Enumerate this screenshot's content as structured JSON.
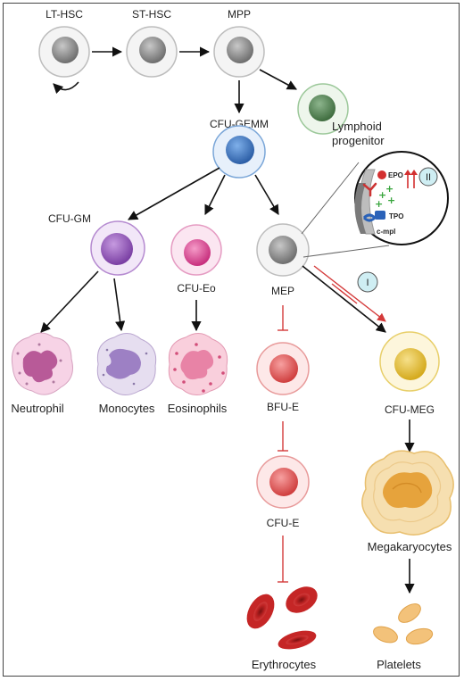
{
  "labels": {
    "lt_hsc": "LT-HSC",
    "st_hsc": "ST-HSC",
    "mpp": "MPP",
    "cfu_gemm": "CFU-GEMM",
    "lymphoid": [
      "Lymphoid",
      "progenitor"
    ],
    "cfu_gm": "CFU-GM",
    "cfu_eo": "CFU-Eo",
    "mep": "MEP",
    "bfu_e": "BFU-E",
    "cfu_e": "CFU-E",
    "cfu_meg": "CFU-MEG",
    "neutrophil": "Neutrophil",
    "monocytes": "Monocytes",
    "eosinophils": "Eosinophils",
    "megakaryocytes": "Megakaryocytes",
    "erythrocytes": "Erythrocytes",
    "platelets": "Platelets"
  },
  "inset": {
    "epo": "EPO",
    "tpo": "TPO",
    "cmpl": "c-mpl",
    "marker_ii": "II"
  },
  "marker_i": "I",
  "colors": {
    "stem": "#9a9a9a",
    "lymphoid": "#6f9a6f",
    "gemm": "#3f78c2",
    "gm": "#9a5bbf",
    "eo": "#e04f9a",
    "erythroid": "#e05858",
    "meg": "#e8c234",
    "inhibit": "#d43a3a"
  }
}
